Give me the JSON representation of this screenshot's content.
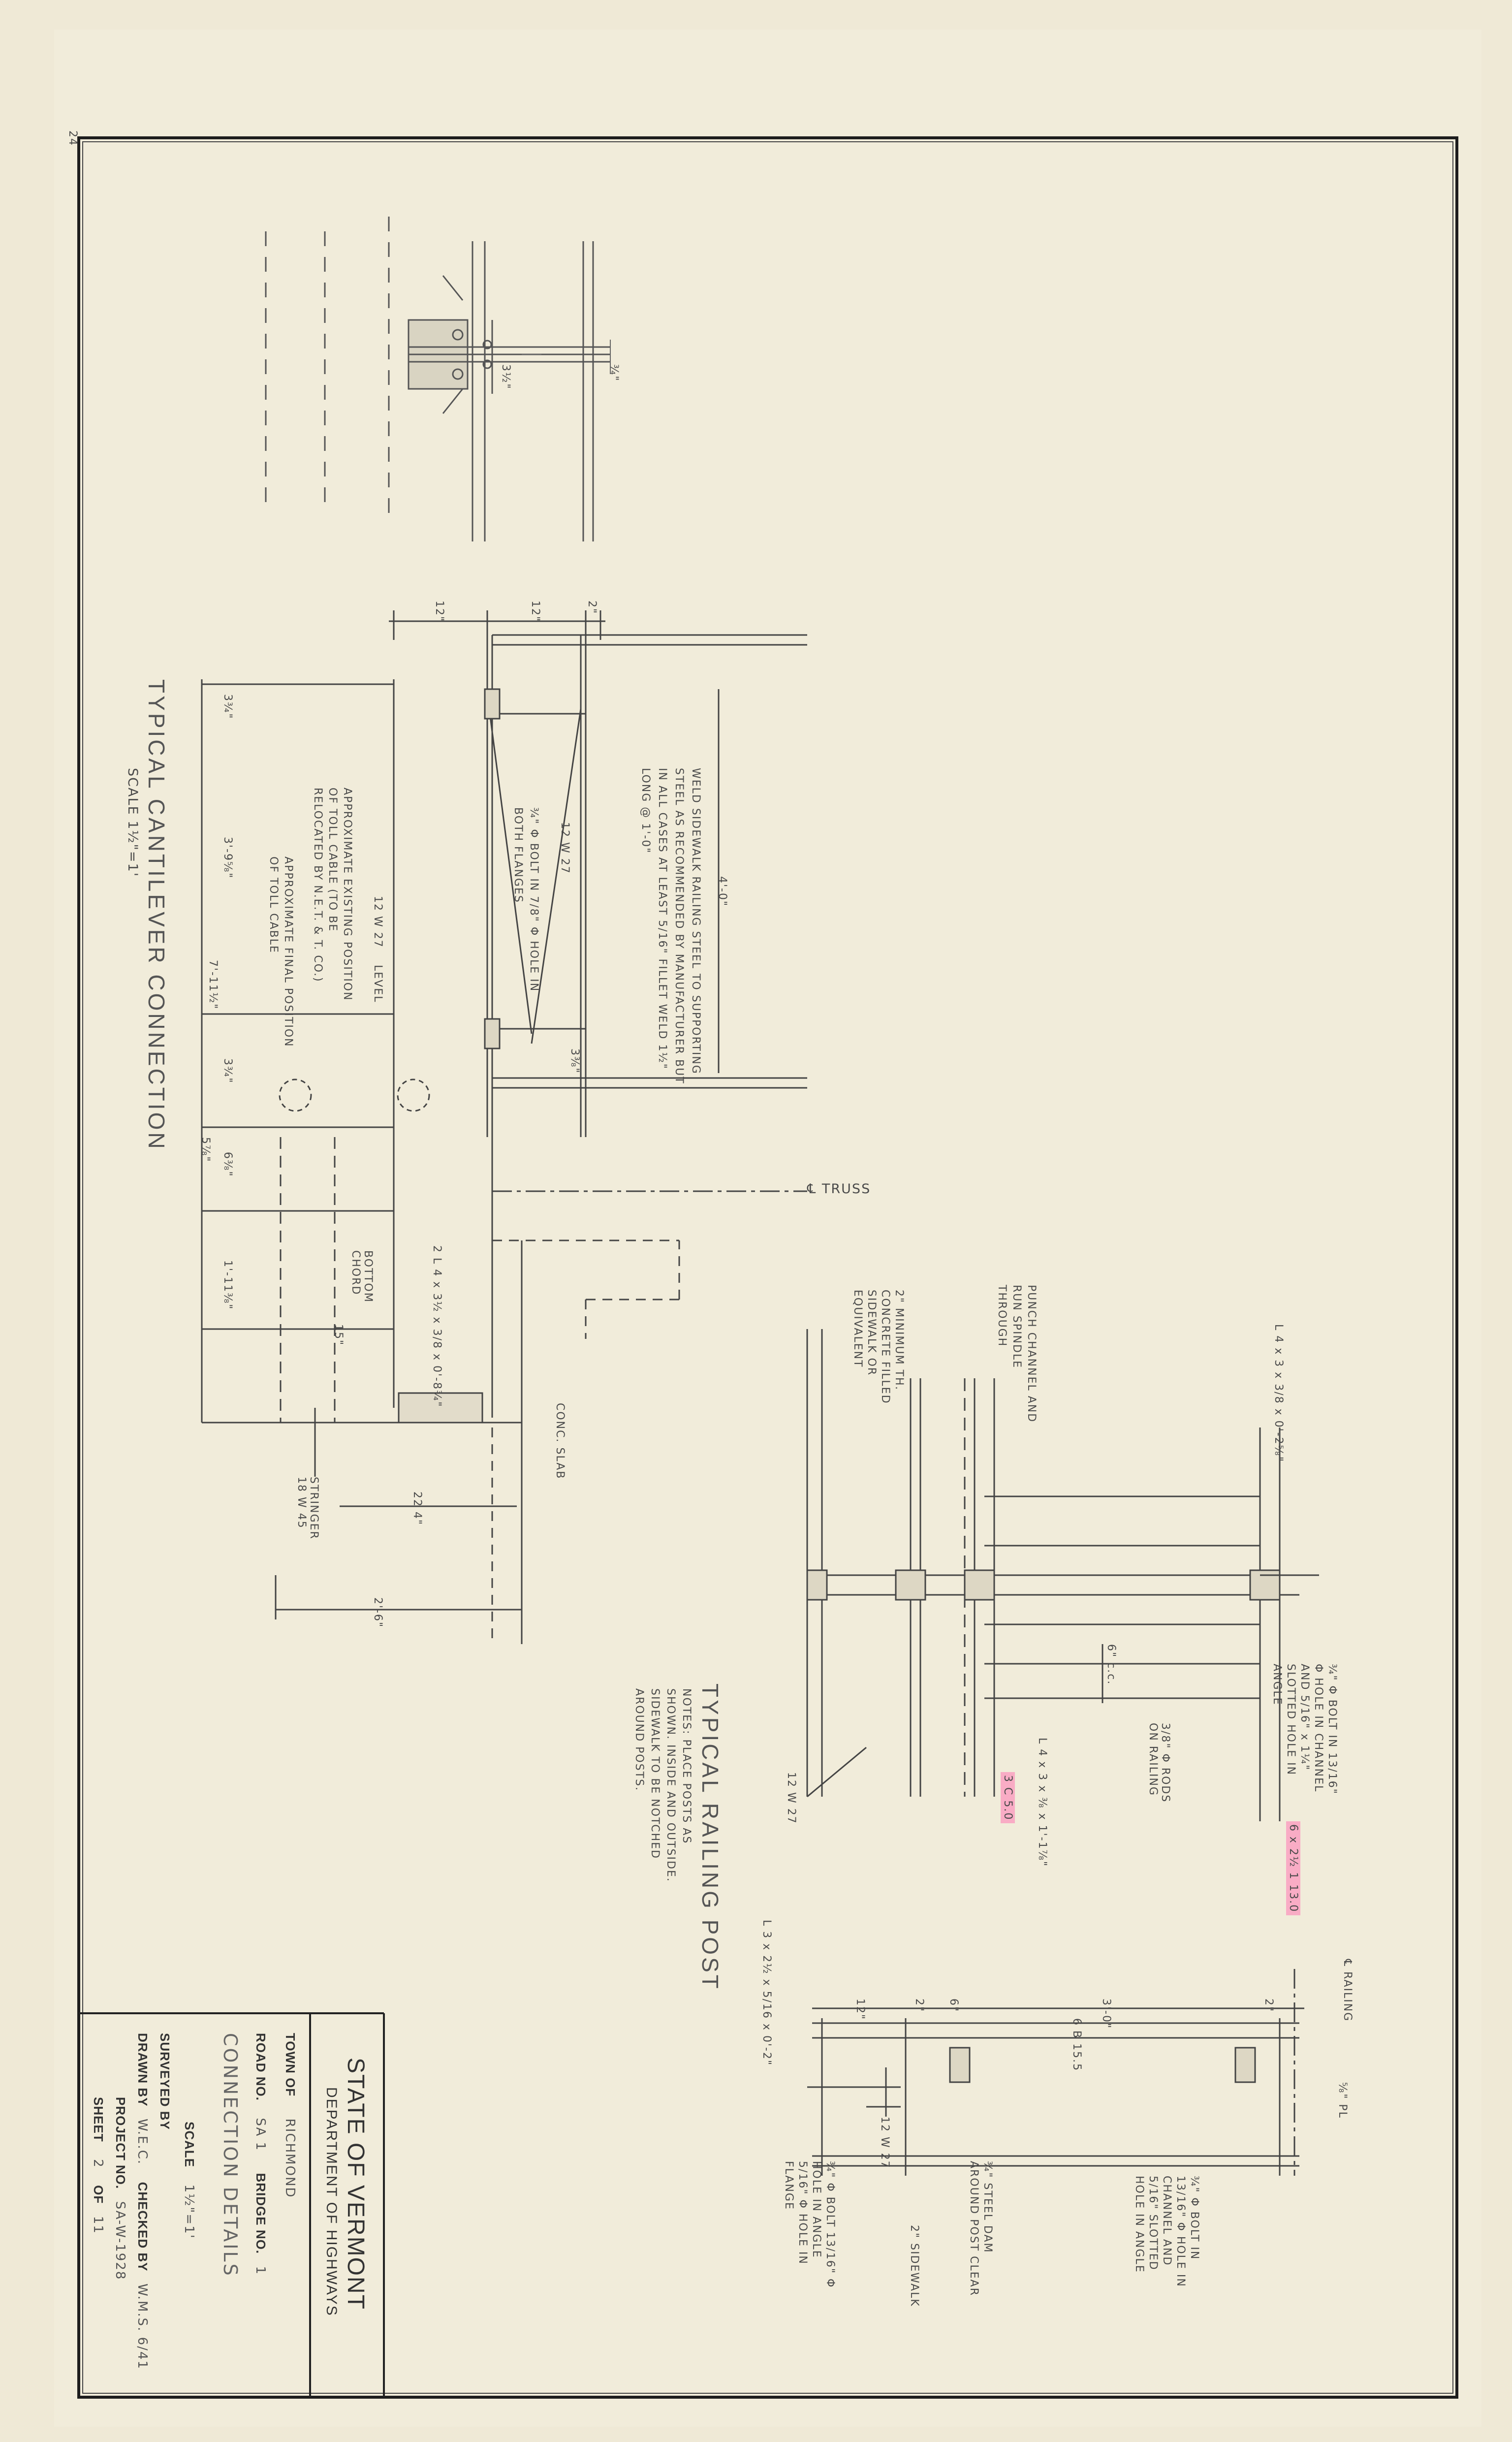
{
  "corner_mark": "24",
  "details": {
    "cantilever": {
      "title": "TYPICAL CANTILEVER CONNECTION",
      "scale": "SCALE 1½\"=1'",
      "note_weld": "WELD SIDEWALK RAILING STEEL TO SUPPORTING STEEL AS RECOMMENDED BY MANUFACTURER BUT IN ALL CASES AT LEAST 5/16\" FILLET WELD 1½\" LONG @ 1'-0\"",
      "bolt_note": "¾\" Φ BOLT IN 7/8\" Φ HOLE IN BOTH FLANGES",
      "beam_label": "12 W 27",
      "beam_label_left": "12 W 27",
      "angle_label": "2 L 4 x 3½ x 3/8 x 0'-8¾\"",
      "cable_old": "APPROXIMATE EXISTING POSITION OF TOLL CABLE (TO BE RELOCATED BY N.E.T. & T. CO.)",
      "cable_new": "APPROXIMATE FINAL POSITION OF TOLL CABLE",
      "bottom_chord": "BOTTOM CHORD",
      "truss": "℄ TRUSS",
      "conc_slab": "CONC. SLAB",
      "stringer": "STRINGER 18 W 45",
      "level": "LEVEL",
      "dims": {
        "d12a": "12\"",
        "d12b": "12\"",
        "d2": "2\"",
        "d4_0": "4'-0\"",
        "d22_4": "22 4\"",
        "d2_6": "2'-6\"",
        "d7_11": "7'-11½\"",
        "d3_9": "3'-9⅝\"",
        "d1_11": "1'-11⅜\"",
        "d15": "15\"",
        "d3_4a": "3¾\"",
        "d3_4b": "3¾\"",
        "d6_3": "6⅜\"",
        "d5_8": "5⅞\"",
        "d3_5": "3½\"",
        "d3_4c": "¾\"",
        "d3_8": "3⅜\""
      }
    },
    "railing_post": {
      "title": "TYPICAL RAILING POST",
      "notes": "NOTES: PLACE POSTS AS SHOWN. INSIDE AND OUTSIDE. SIDEWALK TO BE NOTCHED AROUND POSTS.",
      "angle_top": "L 4 x 3 x 3/8 x 0'-2⅝\"",
      "punch": "PUNCH CHANNEL AND RUN SPINDLE THROUGH",
      "wood": "2\" MINIMUM TH. CONCRETE FILLED SIDEWALK OR EQUIVALENT",
      "rods": "3/8\" Φ RODS ON RAILING",
      "bolt_channel": "¾\" Φ BOLT IN 13/16\" Φ HOLE IN CHANNEL AND 5/16\" x 1¼\" SLOTTED HOLE IN ANGLE",
      "channel_label": "6 x 2½ 1 13.0",
      "angle_mid": "L 4 x 3 x ⅜ x 1'-1⅞\"",
      "channel_5": "3 C 5.0",
      "beam": "12 W 27",
      "spacing": "6\" c.c."
    },
    "railing_section": {
      "angle": "L 3 x 2½ x 5/16 x 0'-2\"",
      "beam_top": "6 B 15.5",
      "beam_low": "12 W 27",
      "bolt": "¾\" Φ BOLT 13/16\" Φ HOLE IN ANGLE 5/16\" Φ HOLE IN FLANGE",
      "clear": "¾\" STEEL DAM AROUND POST CLEAR",
      "bolt_channel": "¾\" Φ BOLT IN 13/16\" Φ HOLE IN CHANNEL AND 5/16\" SLOTTED HOLE IN ANGLE",
      "sidewalk": "2\" SIDEWALK",
      "railing_cl": "℄ RAILING",
      "pl": "⅝\" PL",
      "dims": {
        "a": "12\"",
        "b": "2\"",
        "c": "6\"",
        "d": "3'-0\"",
        "e": "2\""
      }
    }
  },
  "title_block": {
    "state": "STATE OF VERMONT",
    "dept": "DEPARTMENT OF HIGHWAYS",
    "town_label": "TOWN OF",
    "town": "RICHMOND",
    "road_label": "ROAD NO.",
    "road": "SA 1",
    "bridge_label": "BRIDGE NO.",
    "bridge": "1",
    "subject": "CONNECTION DETAILS",
    "scale_label": "SCALE",
    "scale": "1½\"=1'",
    "surveyed_label": "SURVEYED BY",
    "surveyed": "",
    "drawn_label": "DRAWN BY",
    "drawn": "W.E.C.",
    "checked_label": "CHECKED BY",
    "checked": "W.M.S. 6/41",
    "project_label": "PROJECT NO.",
    "project": "SA-W-1928",
    "sheet_label": "SHEET",
    "sheet": "2",
    "of_label": "OF",
    "of": "11"
  }
}
